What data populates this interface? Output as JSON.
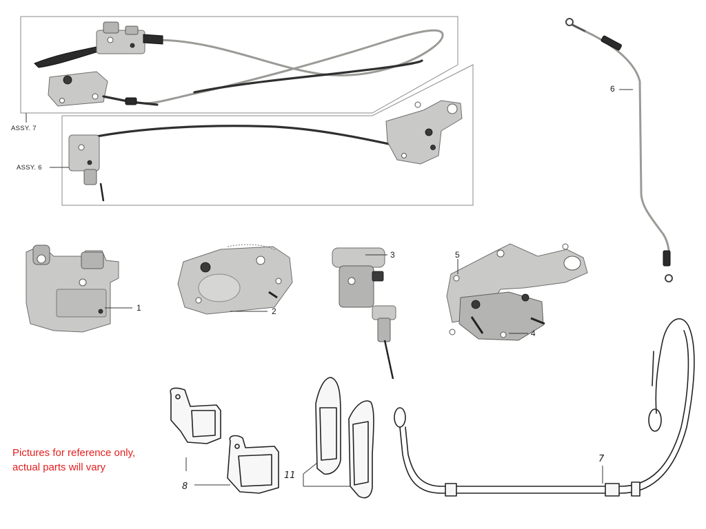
{
  "assemblies": {
    "assy7_label": "ASSY. 7",
    "assy6_label": "ASSY. 6"
  },
  "parts": [
    {
      "id": "part-1",
      "label": "1"
    },
    {
      "id": "part-2",
      "label": "2"
    },
    {
      "id": "part-3",
      "label": "3"
    },
    {
      "id": "part-4",
      "label": "4"
    },
    {
      "id": "part-5",
      "label": "5"
    },
    {
      "id": "part-6",
      "label": "6"
    },
    {
      "id": "part-7",
      "label": "7"
    },
    {
      "id": "part-8",
      "label": "8"
    },
    {
      "id": "part-11",
      "label": "11"
    }
  ],
  "note": {
    "line1": "Pictures for reference only,",
    "line2": "actual parts will vary",
    "color": "#e41e1e"
  }
}
